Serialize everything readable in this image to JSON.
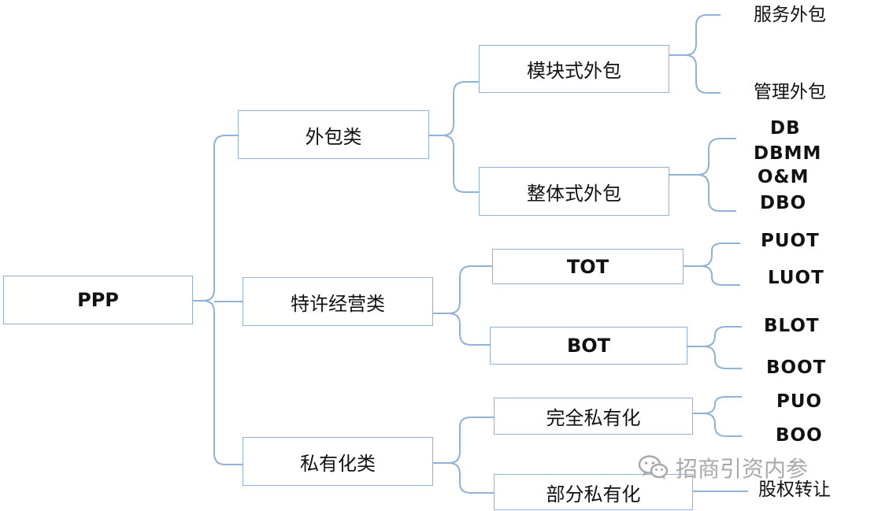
{
  "root": "PPP",
  "categories": {
    "outsourcing": {
      "label": "外包类",
      "modular": {
        "label": "模块式外包",
        "leaves": [
          "服务外包",
          "管理外包"
        ]
      },
      "integral": {
        "label": "整体式外包",
        "leaves": [
          "DB",
          "DBMM",
          "O&M",
          "DBO"
        ]
      }
    },
    "concession": {
      "label": "特许经营类",
      "tot": {
        "label": "TOT",
        "leaves": [
          "PUOT",
          "LUOT"
        ]
      },
      "bot": {
        "label": "BOT",
        "leaves": [
          "BLOT",
          "BOOT"
        ]
      }
    },
    "privatization": {
      "label": "私有化类",
      "full": {
        "label": "完全私有化",
        "leaves": [
          "PUO",
          "BOO"
        ]
      },
      "partial": {
        "label": "部分私有化",
        "leaves": [
          "股权转让"
        ]
      }
    }
  },
  "watermark": {
    "text": "招商引资内参",
    "icon": "wechat-icon"
  },
  "colors": {
    "connector": "#8fb2d6",
    "box_border": "#8fb2d6",
    "watermark": "#a9a9a9"
  }
}
